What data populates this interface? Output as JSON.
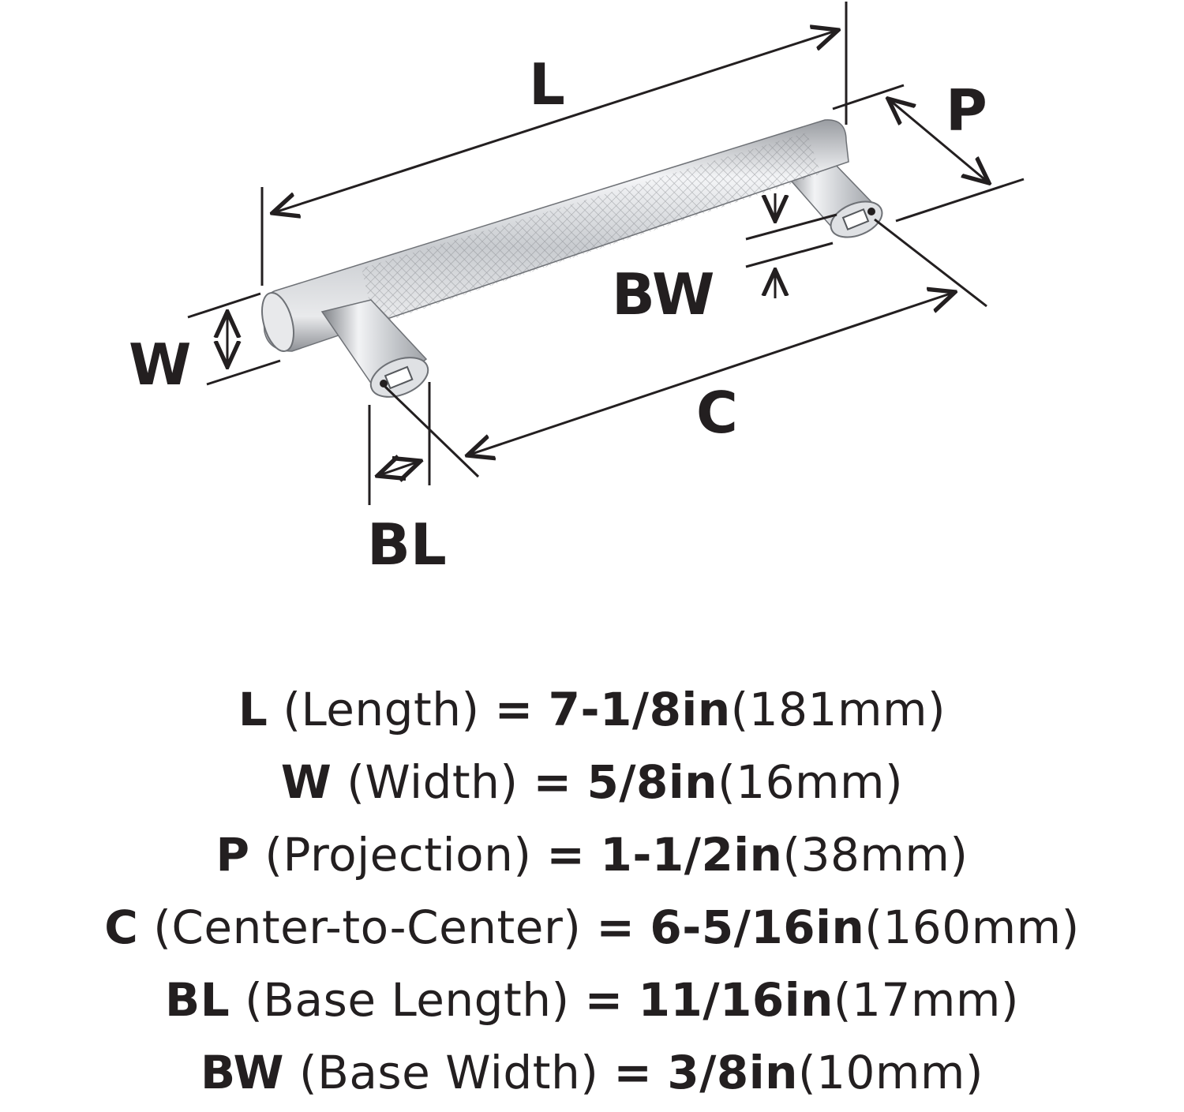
{
  "diagram": {
    "labels": {
      "length": "L",
      "projection": "P",
      "base_width": "BW",
      "width": "W",
      "center": "C",
      "base_length": "BL"
    },
    "colors": {
      "ink": "#231f20",
      "metal_light": "#f4f5f7",
      "metal_dark": "#8e9196"
    }
  },
  "specs": [
    {
      "code": "L",
      "name": "(Length)",
      "eq": "=",
      "inch": "7-1/8in",
      "mm": "(181mm)"
    },
    {
      "code": "W",
      "name": "(Width)",
      "eq": "=",
      "inch": "5/8in",
      "mm": "(16mm)"
    },
    {
      "code": "P",
      "name": "(Projection)",
      "eq": "=",
      "inch": "1-1/2in",
      "mm": "(38mm)"
    },
    {
      "code": "C",
      "name": "(Center-to-Center)",
      "eq": "=",
      "inch": "6-5/16in",
      "mm": "(160mm)"
    },
    {
      "code": "BL",
      "name": "(Base Length)",
      "eq": "=",
      "inch": "11/16in",
      "mm": "(17mm)"
    },
    {
      "code": "BW",
      "name": "(Base Width)",
      "eq": "=",
      "inch": "3/8in",
      "mm": "(10mm)"
    }
  ]
}
